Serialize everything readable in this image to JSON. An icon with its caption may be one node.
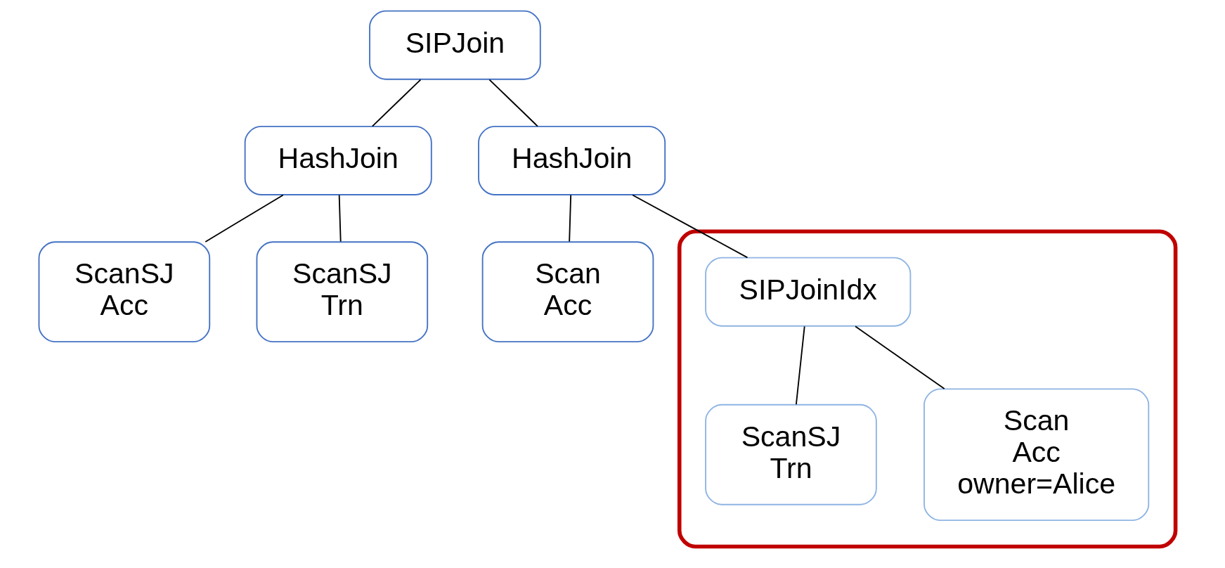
{
  "diagram": {
    "nodes": [
      {
        "text": [
          "SIPJoin"
        ]
      },
      {
        "text": [
          "HashJoin"
        ]
      },
      {
        "text": [
          "HashJoin"
        ]
      },
      {
        "text": [
          "ScanSJ",
          "Acc"
        ]
      },
      {
        "text": [
          "ScanSJ",
          "Trn"
        ]
      },
      {
        "text": [
          "Scan",
          "Acc"
        ]
      },
      {
        "text": [],
        "shape": "box"
      },
      {
        "text": [
          "SIPJoinIdx"
        ],
        "in": 6
      },
      {
        "text": [
          "ScanSJ",
          "Trn"
        ],
        "in": 6
      },
      {
        "text": [
          "Scan",
          "Acc",
          "owner=Alice"
        ],
        "in": 6
      }
    ],
    "edges": [
      {
        "from": 0,
        "to": 1,
        "arrow": "none"
      },
      {
        "from": 0,
        "to": 2,
        "arrow": "none"
      },
      {
        "from": 1,
        "to": 3,
        "arrow": "none"
      },
      {
        "from": 1,
        "to": 4,
        "arrow": "none"
      },
      {
        "from": 2,
        "to": 5,
        "arrow": "none"
      },
      {
        "from": 2,
        "to": 7,
        "arrow": "none"
      },
      {
        "from": 7,
        "to": 8,
        "arrow": "none"
      },
      {
        "from": 7,
        "to": 9,
        "arrow": "none"
      }
    ]
  }
}
